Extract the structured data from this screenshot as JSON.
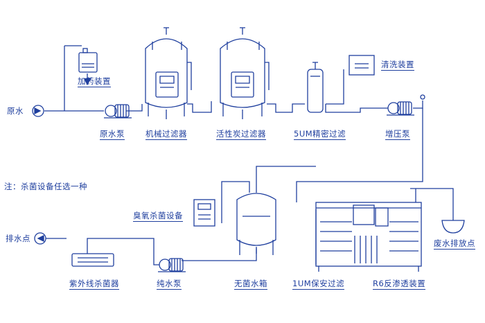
{
  "colors": {
    "line": "#1f3f9e",
    "background": "#ffffff"
  },
  "labels": {
    "raw_water": "原水",
    "dosing_device": "加药装置",
    "raw_water_pump": "原水泵",
    "mechanical_filter": "机械过滤器",
    "activated_carbon_filter": "活性炭过滤器",
    "precision_filter_5um": "5UM精密过滤",
    "cleaning_device": "清洗装置",
    "booster_pump": "增压泵",
    "note": "注：杀菌设备任选一种",
    "ozone_sterilizer": "臭氧杀菌设备",
    "drain_point": "排水点",
    "uv_sterilizer": "紫外线杀菌器",
    "pure_water_pump": "纯水泵",
    "sterile_water_tank": "无菌水箱",
    "safety_filter_1um": "1UM保安过滤",
    "ro_device": "R6反渗透装置",
    "waste_water_point": "废水排放点"
  }
}
